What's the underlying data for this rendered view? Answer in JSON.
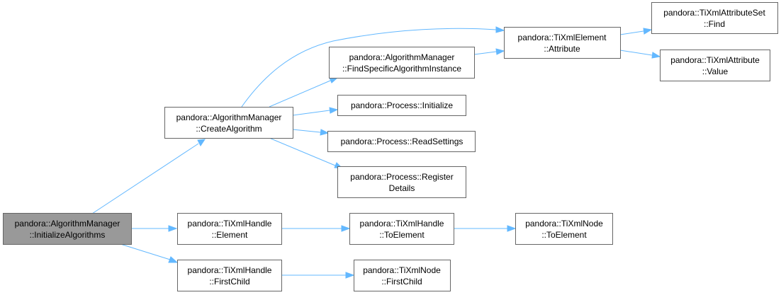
{
  "diagram": {
    "edge_color": "#63b8ff",
    "node_border_color": "#666666",
    "root_fill_color": "#999999",
    "nodes": {
      "initialize_algorithms": [
        "pandora::AlgorithmManager",
        "::InitializeAlgorithms"
      ],
      "create_algorithm": [
        "pandora::AlgorithmManager",
        "::CreateAlgorithm"
      ],
      "find_specific": [
        "pandora::AlgorithmManager",
        "::FindSpecificAlgorithmInstance"
      ],
      "element_attribute": [
        "pandora::TiXmlElement",
        "::Attribute"
      ],
      "attributeset_find": [
        "pandora::TiXmlAttributeSet",
        "::Find"
      ],
      "attribute_value": [
        "pandora::TiXmlAttribute",
        "::Value"
      ],
      "process_initialize": [
        "pandora::Process::Initialize"
      ],
      "process_readsettings": [
        "pandora::Process::ReadSettings"
      ],
      "process_register": [
        "pandora::Process::Register",
        "Details"
      ],
      "handle_element": [
        "pandora::TiXmlHandle",
        "::Element"
      ],
      "handle_toelement": [
        "pandora::TiXmlHandle",
        "::ToElement"
      ],
      "node_toelement": [
        "pandora::TiXmlNode",
        "::ToElement"
      ],
      "handle_firstchild": [
        "pandora::TiXmlHandle",
        "::FirstChild"
      ],
      "node_firstchild": [
        "pandora::TiXmlNode",
        "::FirstChild"
      ]
    }
  }
}
